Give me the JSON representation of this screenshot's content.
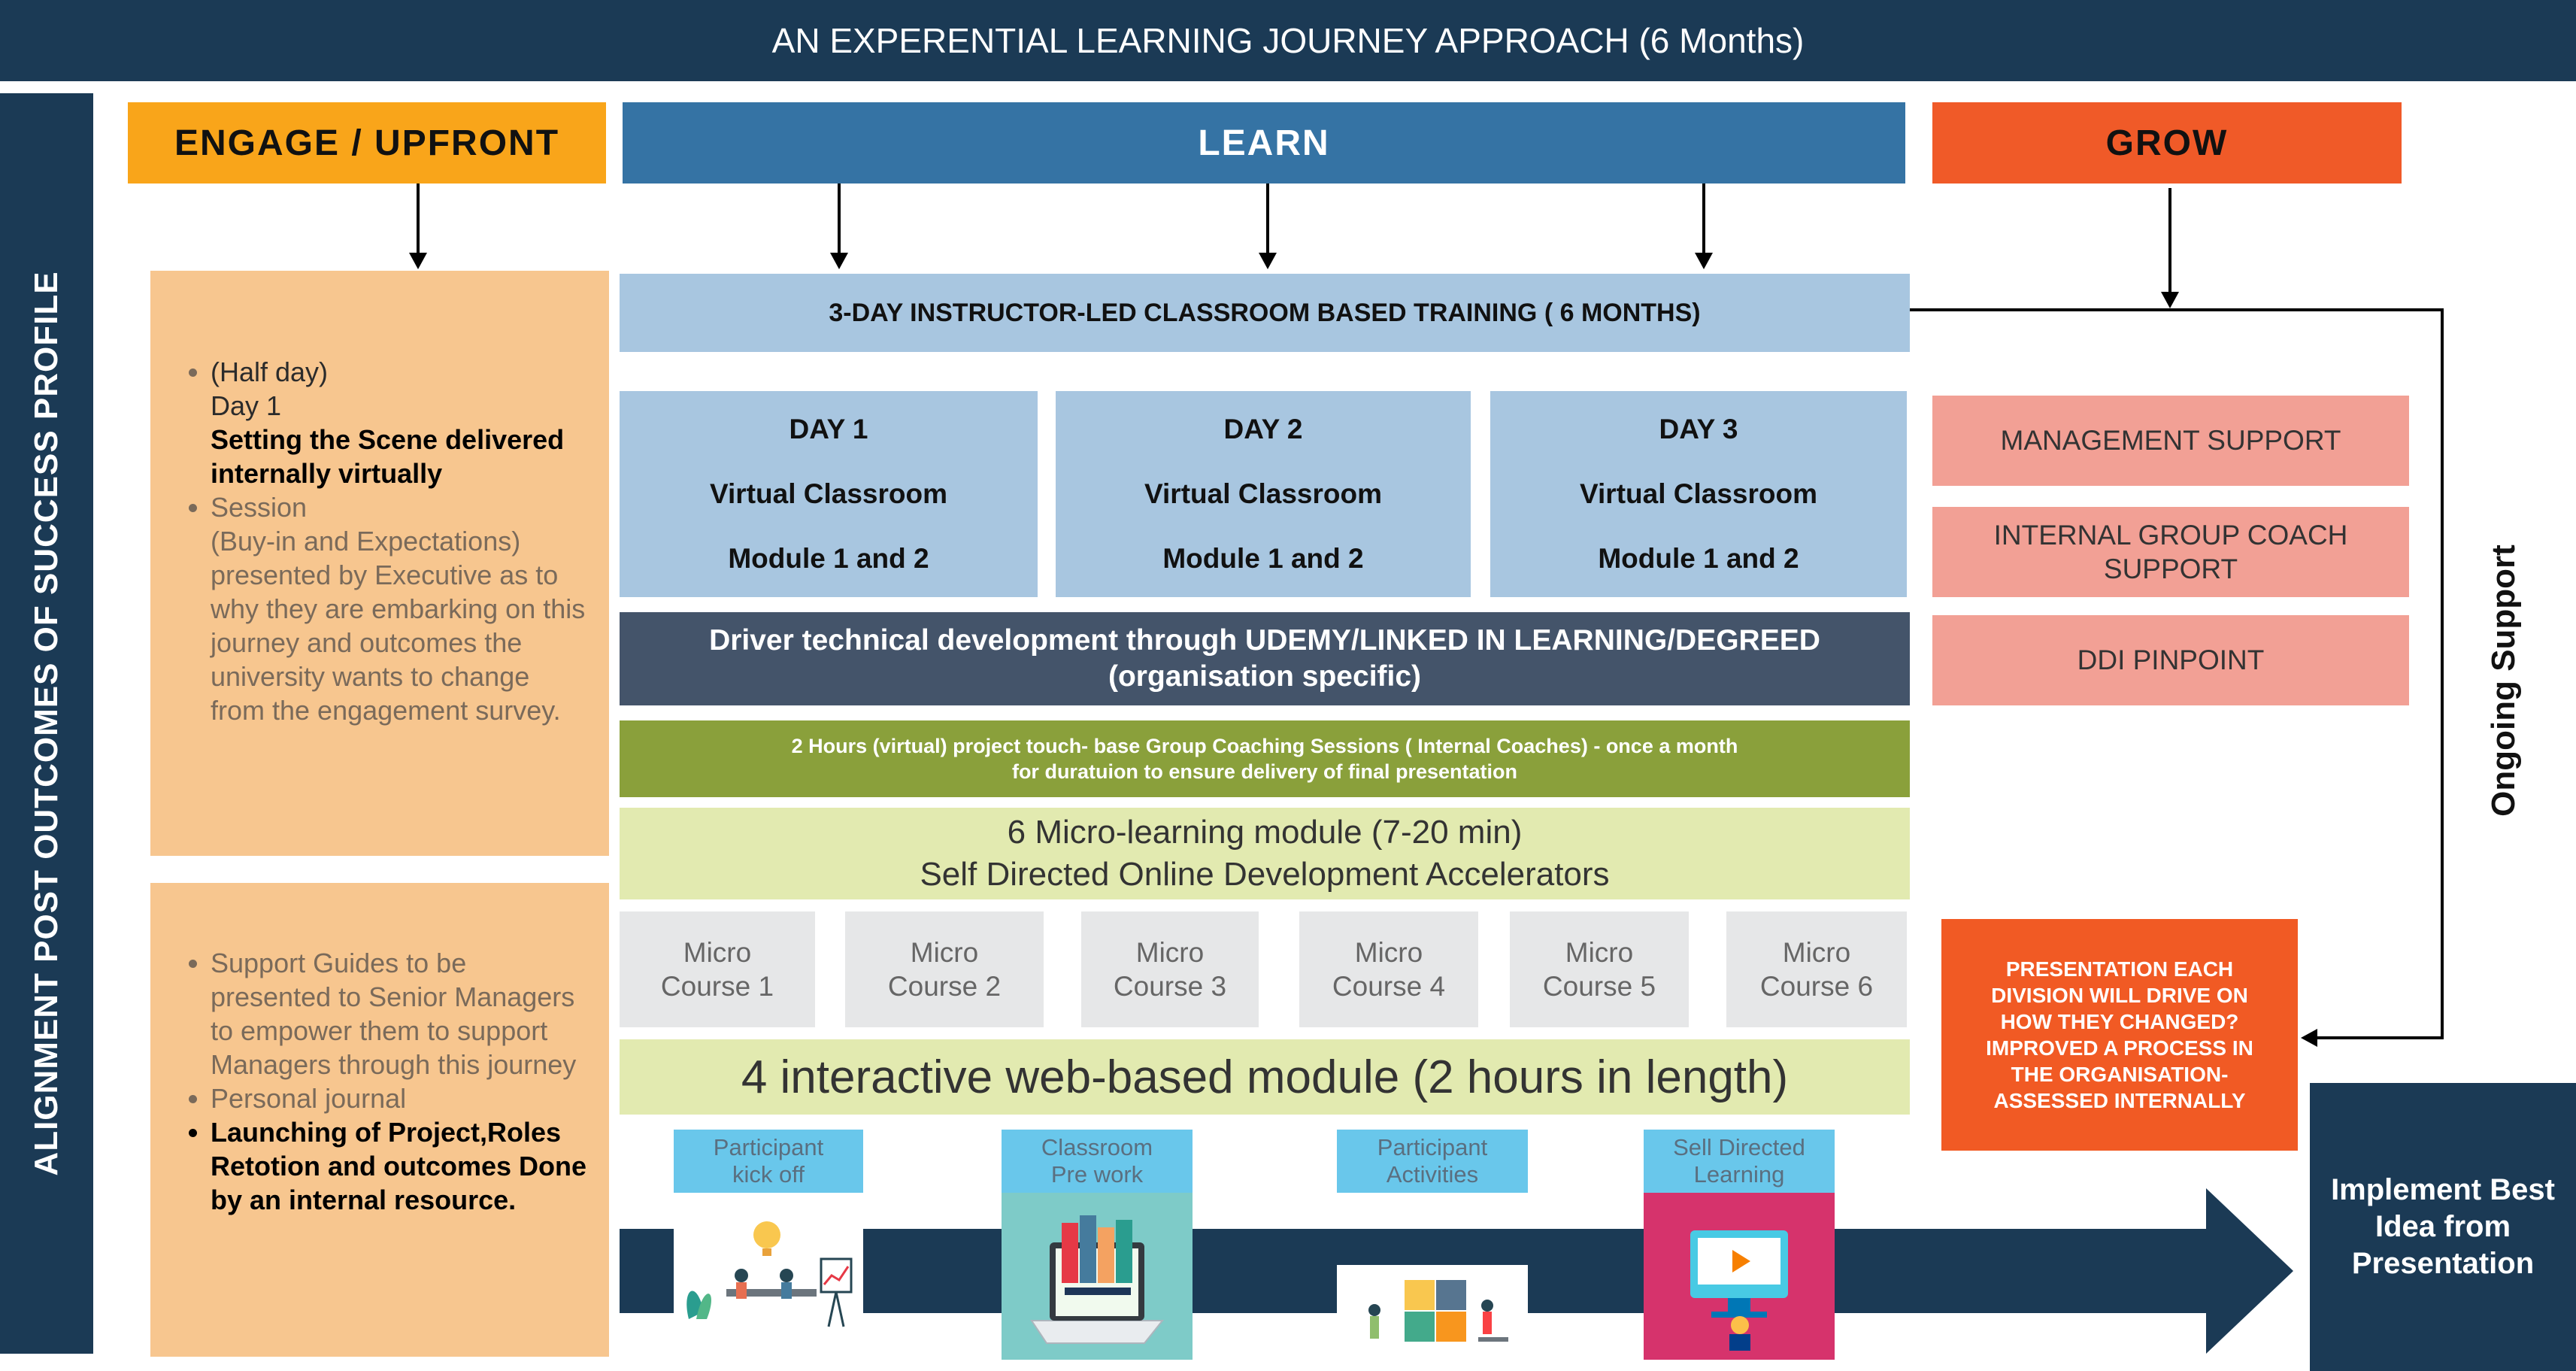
{
  "header": {
    "title": "AN EXPERENTIAL LEARNING JOURNEY APPROACH (6 Months)"
  },
  "side_label": "ALIGNMENT POST OUTCOMES OF SUCCESS PROFILE",
  "right_label": "Ongoing Support",
  "phases": {
    "engage": "ENGAGE / UPFRONT",
    "learn": "LEARN",
    "grow": "GROW"
  },
  "engage_box1": {
    "item1_line1": "(Half day)",
    "item1_line2": "Day 1",
    "item1_bold": "Setting the Scene delivered internally virtually",
    "item2_line1": "Session",
    "item2_rest": "(Buy-in and Expectations) presented by Executive as to why they are embarking on this journey and outcomes the university wants to change from the engagement survey."
  },
  "engage_box2": {
    "item1": "Support Guides to be presented to Senior Managers to empower them to support Managers through this journey",
    "item2": "Personal journal",
    "item3": "Launching of Project,Roles Retotion and outcomes Done by an internal resource."
  },
  "learn": {
    "training_title": "3-DAY INSTRUCTOR-LED CLASSROOM BASED TRAINING ( 6 MONTHS)",
    "days": [
      {
        "day": "DAY 1",
        "mode": "Virtual Classroom",
        "modules": "Module 1 and 2"
      },
      {
        "day": "DAY 2",
        "mode": "Virtual Classroom",
        "modules": "Module 1 and 2"
      },
      {
        "day": "DAY 3",
        "mode": "Virtual Classroom",
        "modules": "Module 1 and 2"
      }
    ],
    "driver_line1": "Driver technical development through UDEMY/LINKED IN LEARNING/DEGREED",
    "driver_line2": "(organisation specific)",
    "coaching_line1": "2 Hours (virtual) project touch- base Group Coaching Sessions ( Internal Coaches) - once a month",
    "coaching_line2": "for duratuion to ensure delivery of final presentation",
    "micro_line1": "6 Micro-learning module (7-20 min)",
    "micro_line2": "Self Directed Online Development Accelerators",
    "micro_courses": [
      {
        "l1": "Micro",
        "l2": "Course 1"
      },
      {
        "l1": "Micro",
        "l2": "Course 2"
      },
      {
        "l1": "Micro",
        "l2": "Course 3"
      },
      {
        "l1": "Micro",
        "l2": "Course 4"
      },
      {
        "l1": "Micro",
        "l2": "Course 5"
      },
      {
        "l1": "Micro",
        "l2": "Course 6"
      }
    ],
    "web_module": "4 interactive web-based module (2 hours in length)"
  },
  "journey_tags": [
    {
      "l1": "Participant",
      "l2": "kick off"
    },
    {
      "l1": "Classroom",
      "l2": "Pre work"
    },
    {
      "l1": "Participant",
      "l2": "Activities"
    },
    {
      "l1": "Sell Directed",
      "l2": "Learning"
    }
  ],
  "grow": {
    "support": [
      "MANAGEMENT SUPPORT",
      "INTERNAL GROUP COACH SUPPORT",
      "DDI PINPOINT"
    ],
    "presentation": "PRESENTATION EACH DIVISION WILL DRIVE ON HOW THEY CHANGED? IMPROVED A PROCESS IN THE ORGANISATION- ASSESSED INTERNALLY",
    "implement": "Implement Best Idea from Presentation"
  },
  "colors": {
    "navy": "#1b3a55",
    "engage": "#f9a51a",
    "learn": "#3573a4",
    "grow": "#f05a28",
    "peach": "#f7c68f",
    "light_blue": "#a8c6e0",
    "slate": "#44546a",
    "olive": "#8aa03b",
    "lime": "#e2eab0",
    "pink": "#f2a095",
    "orange_box": "#f15a24",
    "tag_blue": "#69c7eb"
  }
}
